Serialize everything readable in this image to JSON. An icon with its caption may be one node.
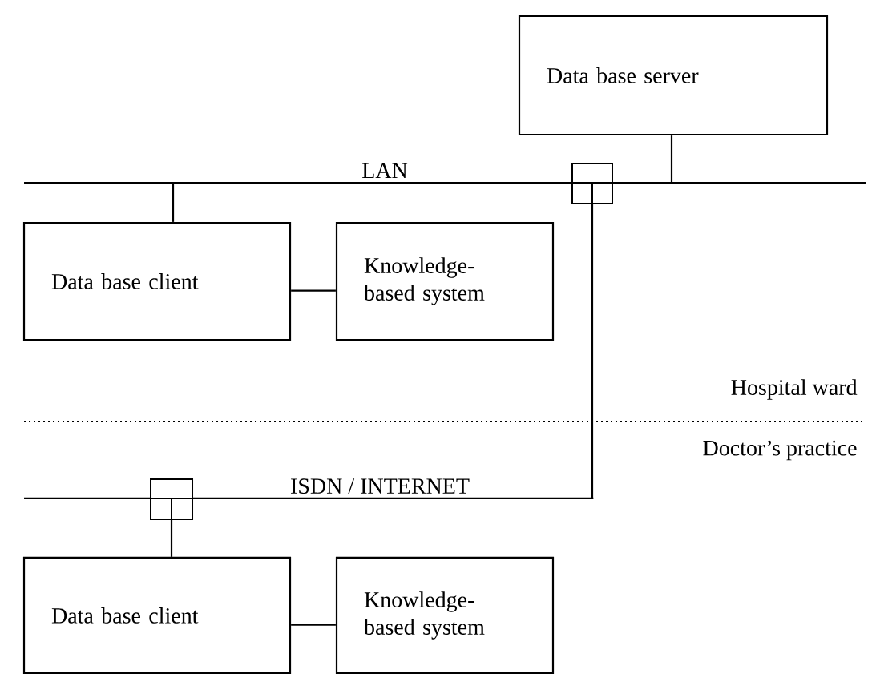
{
  "diagram": {
    "nodes": [
      {
        "text": [
          "Data base server"
        ]
      },
      {
        "text": [
          "LAN"
        ]
      },
      {
        "text": [],
        "shape": "box"
      },
      {
        "text": [
          "Data base client"
        ]
      },
      {
        "text": [
          "Knowledge-based system"
        ]
      },
      {
        "text": [
          "ISDN / INTERNET"
        ]
      },
      {
        "text": [],
        "shape": "box"
      },
      {
        "text": [
          "Data base client"
        ]
      },
      {
        "text": [
          "Knowledge-based system"
        ]
      }
    ],
    "edges": [
      {
        "from": 0,
        "to": 1,
        "arrow": "none"
      },
      {
        "from": 1,
        "to": 3,
        "arrow": "none"
      },
      {
        "from": 3,
        "to": 4,
        "arrow": "none"
      },
      {
        "from": 2,
        "to": 5,
        "arrow": "none"
      },
      {
        "from": 6,
        "to": 7,
        "arrow": "none"
      },
      {
        "from": 7,
        "to": 8,
        "arrow": "none"
      }
    ],
    "labels": [
      "Hospital ward",
      "Doctor’s practice"
    ]
  }
}
